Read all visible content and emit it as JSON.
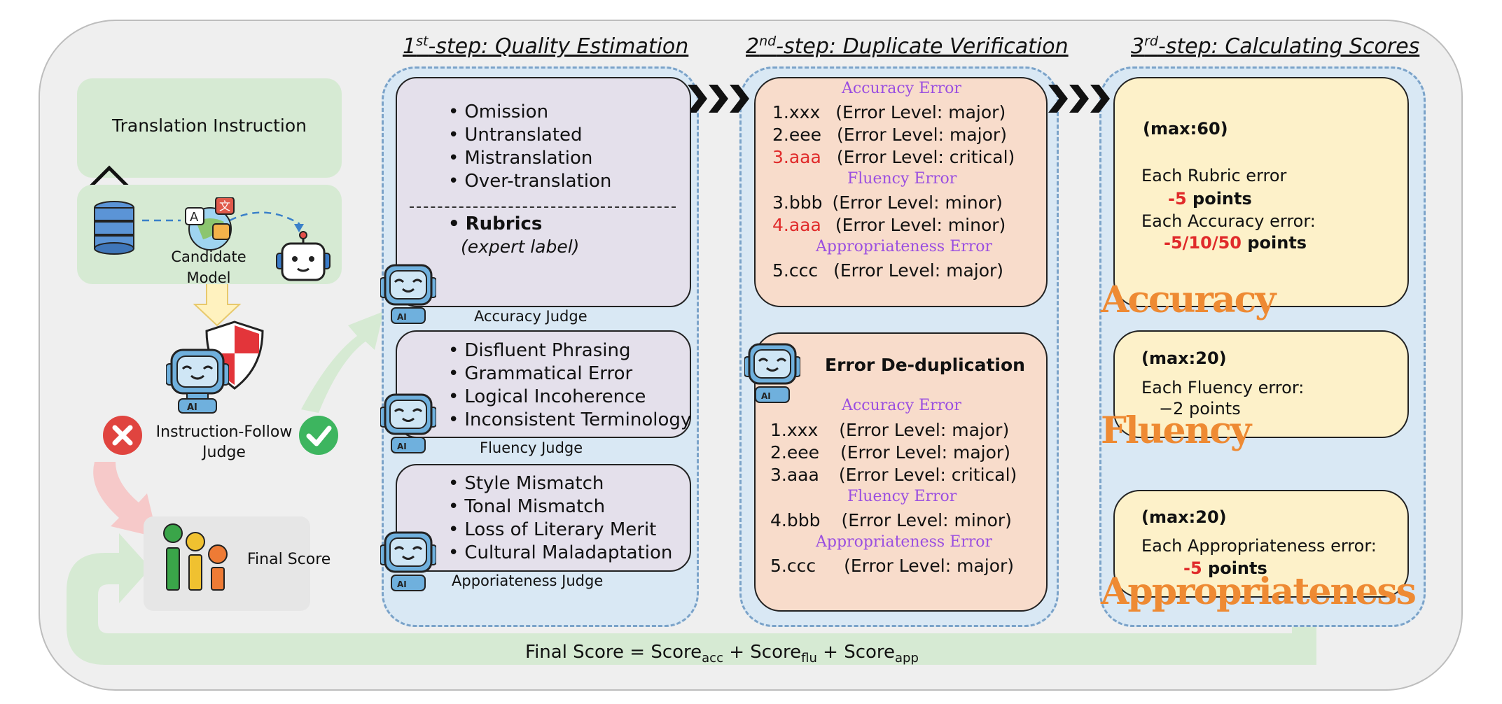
{
  "left": {
    "translation_instruction": "Translation Instruction",
    "candidate_model": "Candidate\nModel",
    "judge_label": "Instruction-Follow\nJudge",
    "final_score_label": "Final Score"
  },
  "steps": [
    {
      "sup": "st",
      "num": "1",
      "name": "-step:  Quality Estimation"
    },
    {
      "sup": "nd",
      "num": "2",
      "name": "-step:  Duplicate Verification"
    },
    {
      "sup": "rd",
      "num": "3",
      "name": "-step:  Calculating Scores"
    }
  ],
  "quality": {
    "accuracy_items": [
      "Omission",
      "Untranslated",
      "Mistranslation",
      "Over-translation"
    ],
    "rubrics": "Rubrics",
    "expert_label": "(expert label)",
    "accuracy_judge": "Accuracy Judge",
    "fluency_items": [
      "Disfluent Phrasing",
      "Grammatical Error",
      "Logical Incoherence",
      "Inconsistent Terminology"
    ],
    "fluency_judge": "Fluency Judge",
    "appropriateness_items": [
      "Style Mismatch",
      "Tonal Mismatch",
      "Loss of Literary Merit",
      "Cultural Maladaptation"
    ],
    "appropriateness_judge": "Apporiateness Judge"
  },
  "verification": {
    "accuracy_header": "Accuracy Error",
    "fluency_header": "Fluency Error",
    "appropriateness_header": "Appropriateness Error",
    "before": [
      {
        "id": "1.xxx",
        "level": "(Error Level: major)"
      },
      {
        "id": "2.eee",
        "level": "(Error Level: major)"
      },
      {
        "id": "3.aaa",
        "level": "(Error Level: critical)"
      },
      {
        "id": "3.bbb",
        "level": "(Error Level: minor)"
      },
      {
        "id": "4.aaa",
        "level": "(Error Level: minor)"
      },
      {
        "id": "5.ccc",
        "level": "(Error Level: major)"
      }
    ],
    "dedup_title": "Error De-duplication",
    "after": [
      {
        "id": "1.xxx",
        "level": "(Error Level: major)"
      },
      {
        "id": "2.eee",
        "level": "(Error Level: major)"
      },
      {
        "id": "3.aaa",
        "level": "(Error Level: critical)"
      },
      {
        "id": "4.bbb",
        "level": "(Error Level: minor)"
      },
      {
        "id": "5.ccc",
        "level": "(Error Level: major)"
      }
    ]
  },
  "scores": {
    "accuracy": {
      "max": "(max:60)",
      "l1": "Each Rubric error",
      "v1": "-5",
      "p1": " points",
      "l2": "Each Accuracy error:",
      "v2": "-5/10/50",
      "p2": " points",
      "word": "Accuracy"
    },
    "fluency": {
      "max": "(max:20)",
      "l1": "Each Fluency error:",
      "v1": "−2 points",
      "word": "Fluency"
    },
    "appropriateness": {
      "max": "(max:20)",
      "l1": "Each Appropriateness error:",
      "v1": "-5",
      "p1": " points",
      "word": "Appropriateness"
    }
  },
  "formula": {
    "prefix": "Final Score = Score",
    "acc": "acc",
    "plus1": " + Score",
    "flu": "flu",
    "plus2": " + Score",
    "app": "app"
  },
  "colors": {
    "panel_blue": "#d9e8f4",
    "green": "#d6ead3",
    "peach": "#f8dccb",
    "yellow": "#fdf1c9",
    "orange": "#ee8a33",
    "purple": "#9a4ee0",
    "red": "#e02a2a"
  }
}
